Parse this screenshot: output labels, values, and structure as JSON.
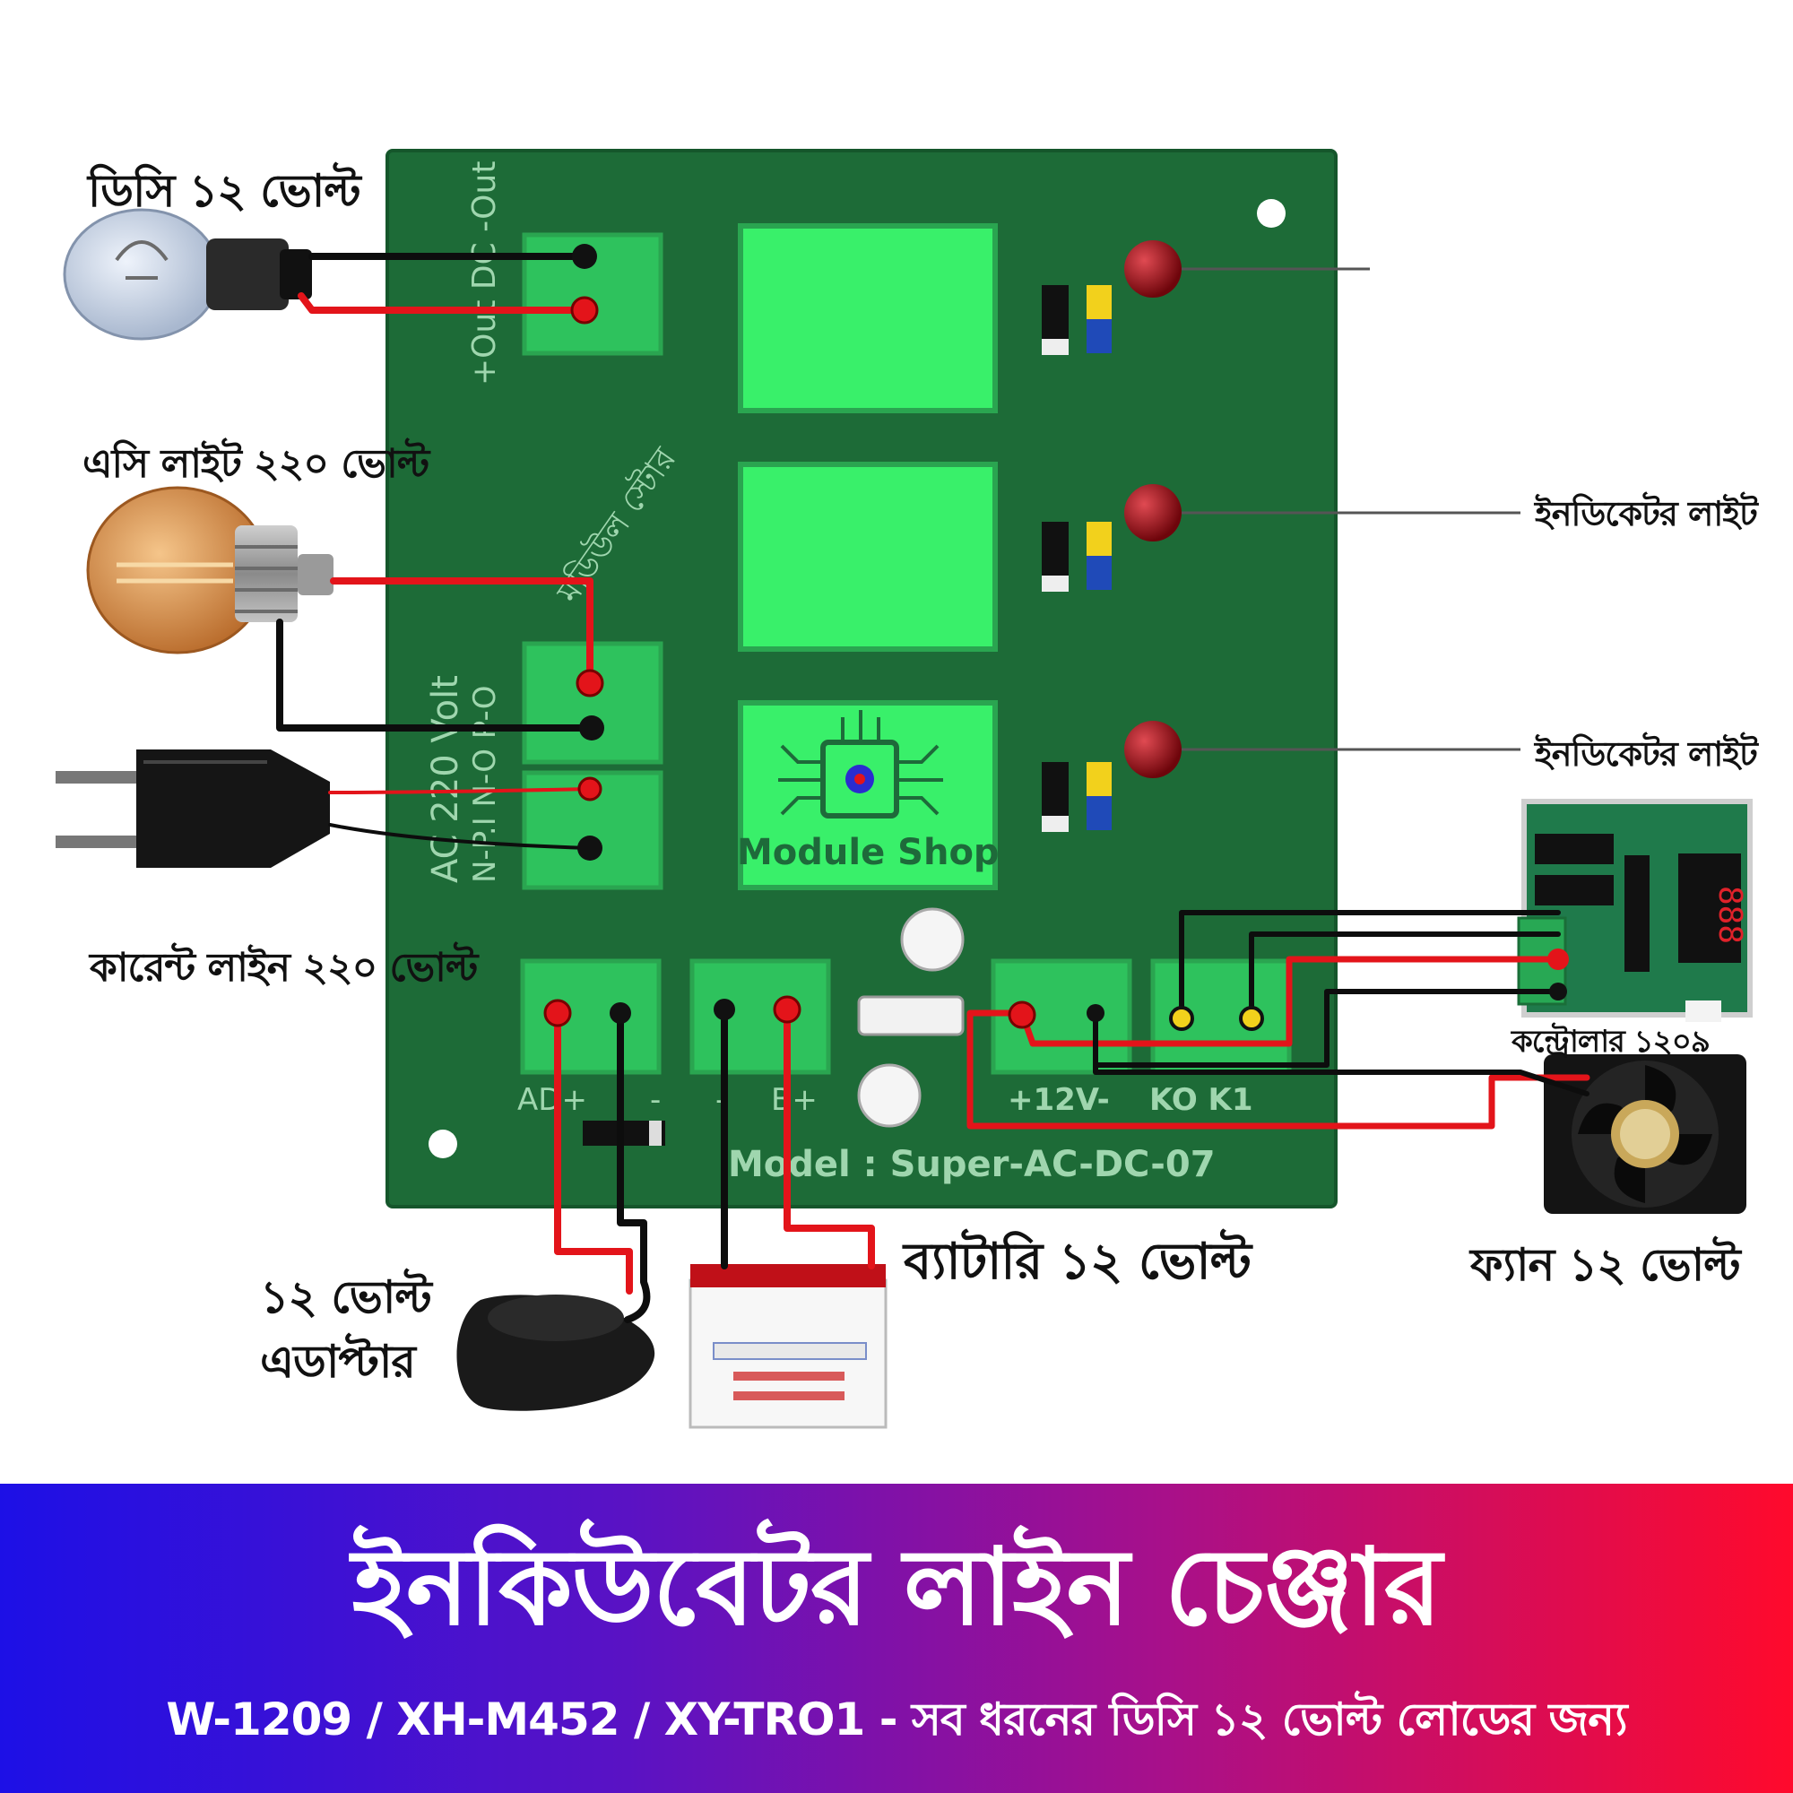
{
  "labels": {
    "dc_bulb": "ডিসি ১২ ভোল্ট",
    "ac_bulb": "এসি লাইট ২২০ ভোল্ট",
    "current_line": "কারেন্ট লাইন ২২০ ভোল্ট",
    "adapter_line1": "১২ ভোল্ট",
    "adapter_line2": "এডাপ্টার",
    "battery": "ব্যাটারি ১২ ভোল্ট",
    "fan": "ফ্যান ১২ ভোল্ট",
    "indicator_1": "ইনডিকেটর লাইট",
    "indicator_2": "ইনডিকেটর লাইট",
    "controller": "কন্ট্রোলার ১২০৯"
  },
  "board": {
    "dc_out_label": "+Out DC -Out",
    "ac_label": "AC 220 Volt",
    "np_label": "N-P.I N-O P-O",
    "silk_text": "মডিউল স্টোর",
    "pin_labels": [
      "AD+",
      "-",
      "-",
      "B+",
      "+12V-",
      "KO K1"
    ],
    "model": "Model : Super-AC-DC-07",
    "watermark": "Module Shop"
  },
  "controller_display": "888",
  "colors": {
    "pcb": "#1d6b37",
    "pcb_edge": "#15562b",
    "relay": "#39f06a",
    "terminal": "#2ec25d",
    "wire_red": "#e3141a",
    "wire_black": "#0d0d0d",
    "led": "#9b0a12"
  },
  "banner": {
    "title": "ইনকিউবেটর লাইন চেঞ্জার",
    "subtitle": "W-1209 / XH-M452 / XY-TRO1 - সব ধরনের ডিসি ১২ ভোল্ট লোডের জন্য"
  }
}
